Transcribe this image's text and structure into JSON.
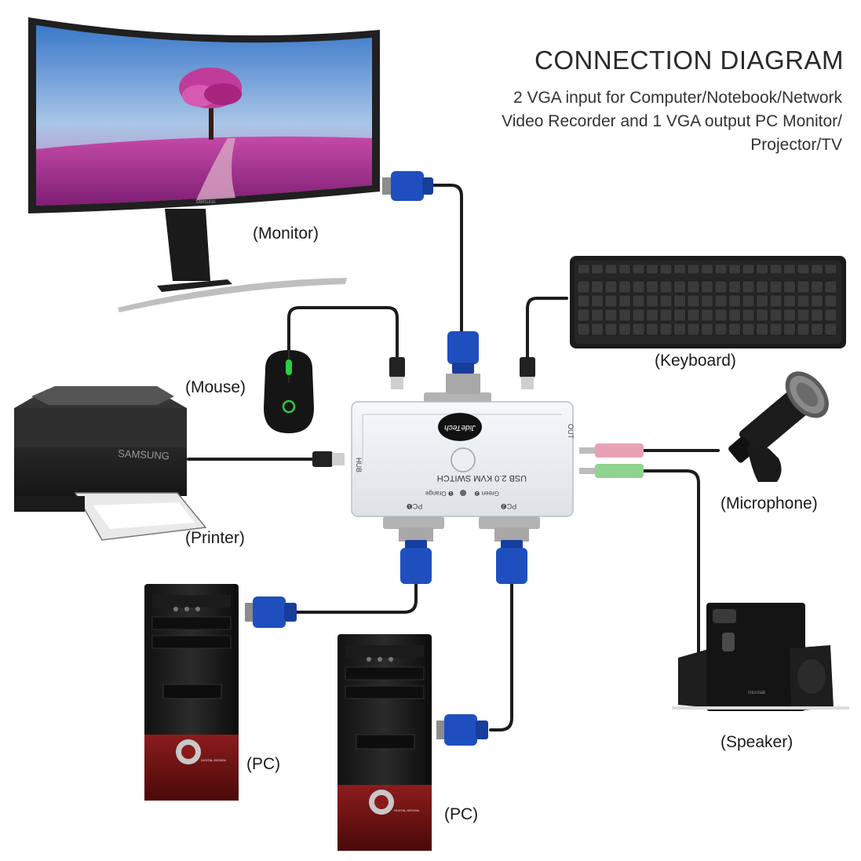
{
  "header": {
    "title": "CONNECTION DIAGRAM",
    "subtitle_lines": [
      "2 VGA input for Computer/Notebook/Network",
      "Video Recorder and 1 VGA output PC Monitor/",
      "Projector/TV"
    ]
  },
  "devices": {
    "monitor": "(Monitor)",
    "keyboard": "(Keyboard)",
    "mouse": "(Mouse)",
    "printer": "(Printer)",
    "microphone": "(Microphone)",
    "speaker": "(Speaker)",
    "pc1": "(PC)",
    "pc2": "(PC)"
  },
  "switch_box": {
    "brand": "JideTech",
    "model": "USB 2.0 KVM SWITCH",
    "port_hub": "HUB",
    "port_out": "OUT",
    "port_pc1": "PC❶",
    "port_pc2": "PC❷",
    "led_green": "Green ❷",
    "led_orange": "❶ Orange"
  },
  "branding": {
    "monitor_brand": "SAMSUNG",
    "printer_brand": "SAMSUNG",
    "speaker_brand": "microlab",
    "pc_badge": "DIGITAL DESIGN"
  },
  "colors": {
    "vga_connector": "#1f4fbf",
    "switch_body": "#eef1f4",
    "cable": "#1c1c1c",
    "mic_plug": "#e8a2b6",
    "headphone_plug": "#8fd48f",
    "pc_accent": "#7a1414"
  }
}
